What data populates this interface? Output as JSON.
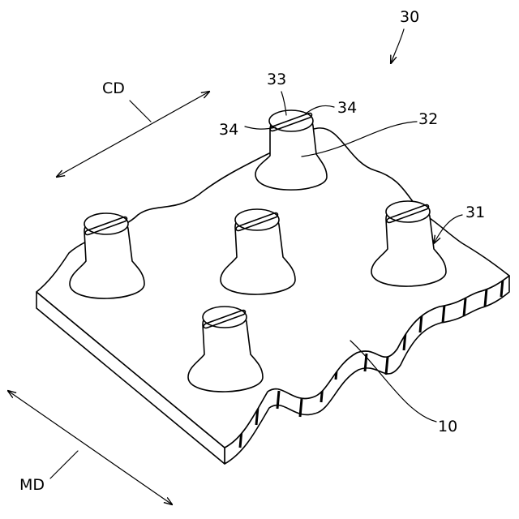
{
  "figure": {
    "labels": {
      "sheet_assembly": "30",
      "base_sheet": "10",
      "surface": "31",
      "protrusion": "32",
      "top_face": "33",
      "slit_left": "34",
      "slit_right": "34",
      "cross_direction": "CD",
      "machine_direction": "MD"
    }
  }
}
